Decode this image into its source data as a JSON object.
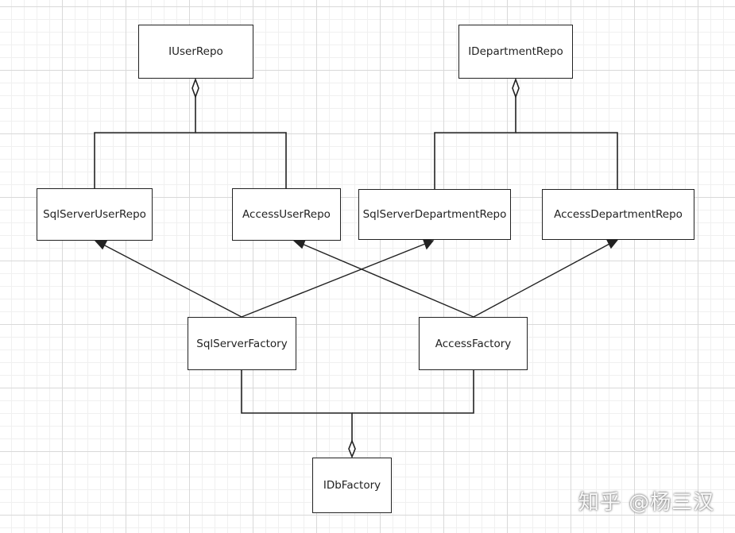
{
  "nodes": {
    "iuserrepo": "IUserRepo",
    "idepartmentrepo": "IDepartmentRepo",
    "sqlserveruserrepo": "SqlServerUserRepo",
    "accessuserrepo": "AccessUserRepo",
    "sqlserverdepartmentrepo": "SqlServerDepartmentRepo",
    "accessdepartmentrepo": "AccessDepartmentRepo",
    "sqlserverfactory": "SqlServerFactory",
    "accessfactory": "AccessFactory",
    "idbfactory": "IDbFactory"
  },
  "watermark": "知乎 @杨三汉"
}
